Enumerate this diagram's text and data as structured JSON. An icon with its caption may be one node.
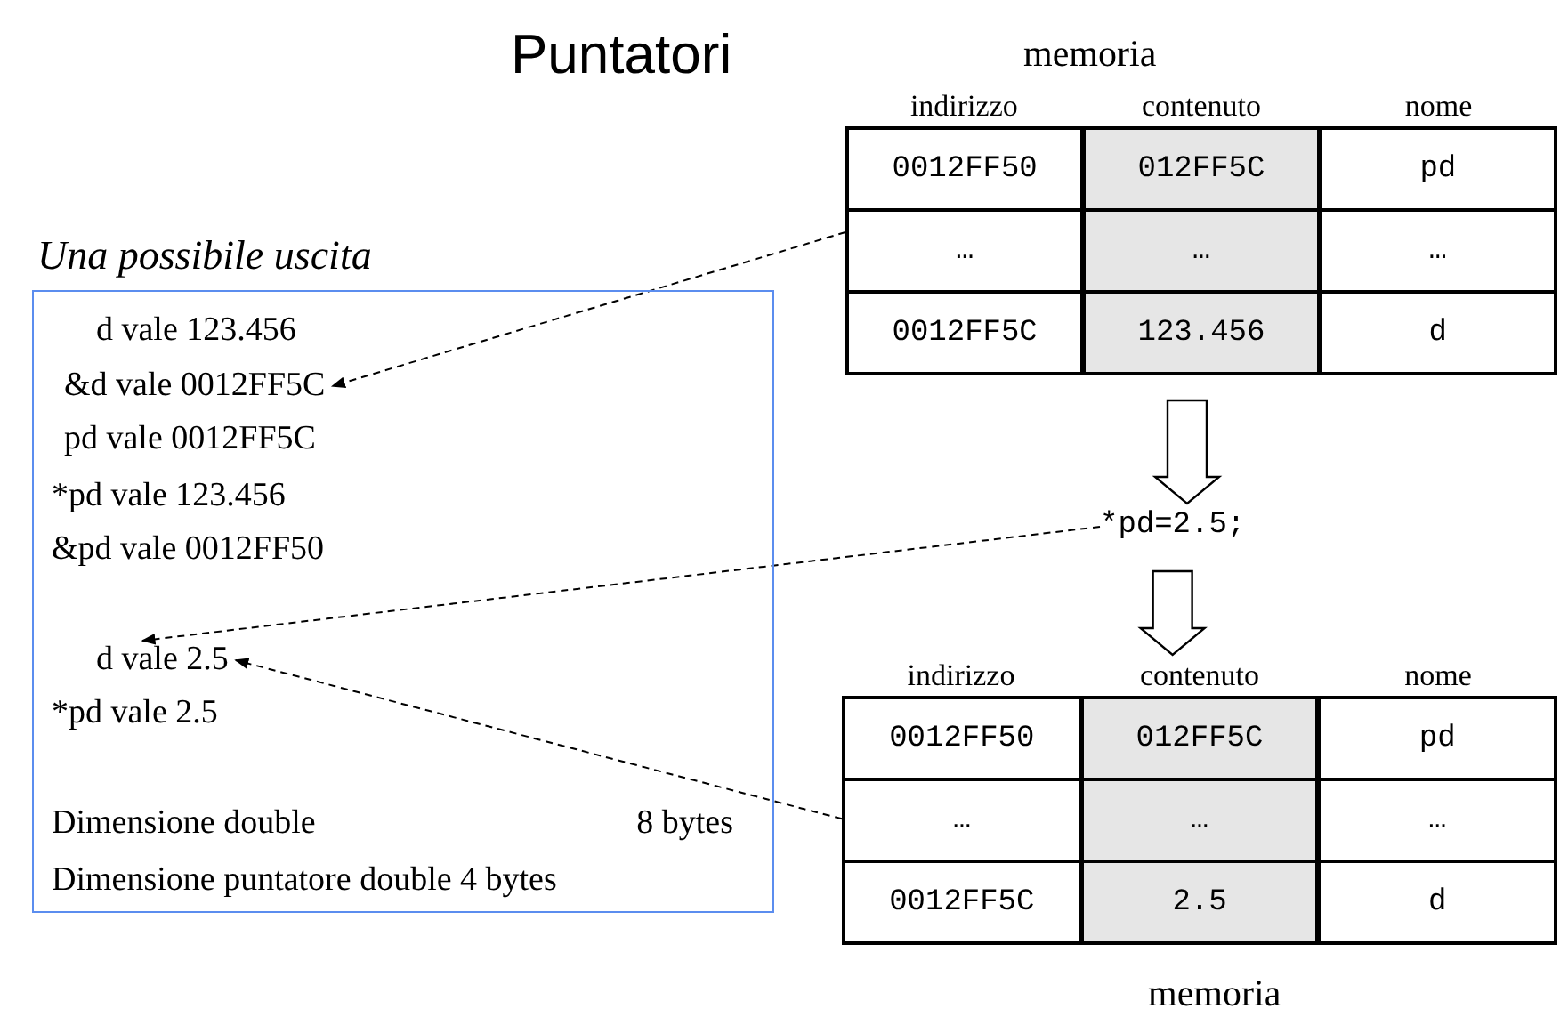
{
  "diagram": {
    "title": "Puntatori",
    "nodes": [
      {
        "text": [
          "Una possibile uscita"
        ]
      },
      {
        "text": [
          "d vale 123.456"
        ],
        "in": 0
      },
      {
        "text": [
          "&d vale 0012FF5C"
        ],
        "in": 0
      },
      {
        "text": [
          "pd vale 0012FF5C"
        ],
        "in": 0
      },
      {
        "text": [
          "*pd vale 123.456"
        ],
        "in": 0
      },
      {
        "text": [
          "&pd vale 0012FF50"
        ],
        "in": 0
      },
      {
        "text": [
          "d vale 2.5"
        ],
        "in": 0
      },
      {
        "text": [
          "*pd vale 2.5"
        ],
        "in": 0
      },
      {
        "text": [
          "Dimensione double",
          "8 bytes"
        ],
        "in": 0
      },
      {
        "text": [
          "Dimensione puntatore double 4 bytes"
        ],
        "in": 0
      },
      {
        "text": [
          "indirizzo",
          "contenuto",
          "nome",
          "0012FF50",
          "012FF5C",
          "pd",
          "…",
          "…",
          "…",
          "0012FF5C",
          "123.456",
          "d"
        ],
        "beside": [
          "memoria"
        ]
      },
      {
        "text": [
          "*pd=2.5;"
        ]
      },
      {
        "text": [
          "indirizzo",
          "contenuto",
          "nome",
          "0012FF50",
          "012FF5C",
          "pd",
          "…",
          "…",
          "…",
          "0012FF5C",
          "2.5",
          "d"
        ],
        "beside": [
          "memoria"
        ]
      }
    ],
    "edges": [
      {
        "from": 10,
        "to": 2,
        "arrow": "to",
        "style": "dashed"
      },
      {
        "from": 11,
        "to": 6,
        "arrow": "to",
        "style": "dashed"
      },
      {
        "from": 12,
        "to": 6,
        "arrow": "to",
        "style": "dashed"
      },
      {
        "from": 10,
        "to": 11,
        "arrow": "to"
      },
      {
        "from": 11,
        "to": 12,
        "arrow": "to"
      }
    ]
  }
}
